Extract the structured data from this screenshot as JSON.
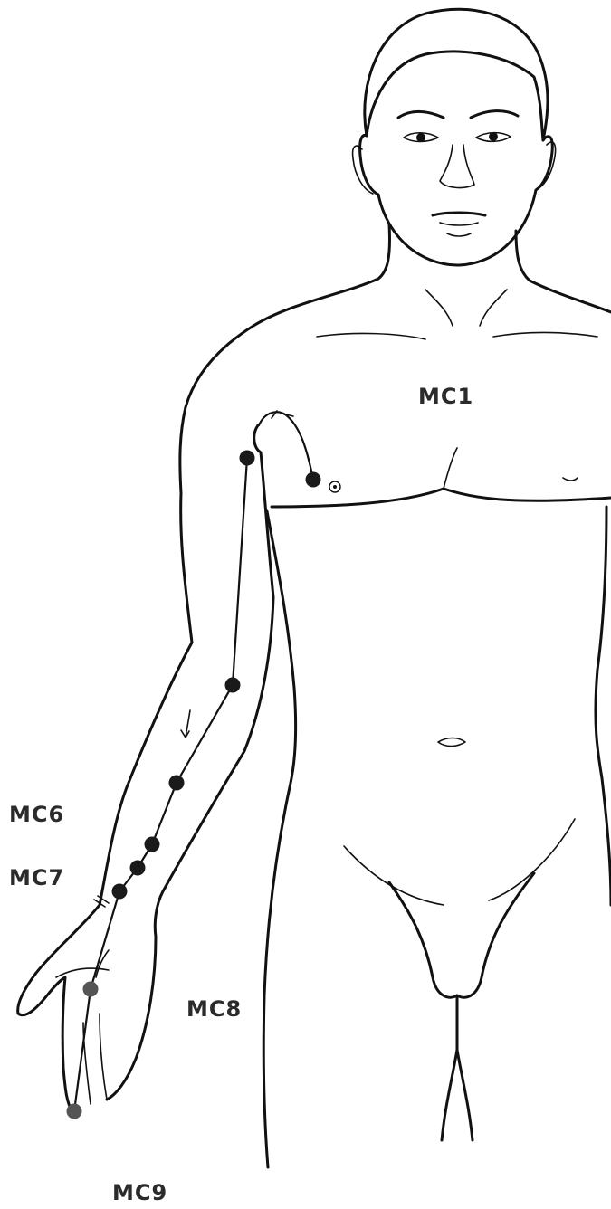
{
  "figure": {
    "points": [
      {
        "id": "MC1",
        "label": "MC1",
        "color": "#1a1a1a"
      },
      {
        "id": "MC2",
        "label": "",
        "color": "#1a1a1a"
      },
      {
        "id": "MC3",
        "label": "",
        "color": "#1a1a1a"
      },
      {
        "id": "MC4",
        "label": "",
        "color": "#1a1a1a"
      },
      {
        "id": "MC5",
        "label": "",
        "color": "#1a1a1a"
      },
      {
        "id": "MC6",
        "label": "MC6",
        "color": "#1a1a1a"
      },
      {
        "id": "MC7",
        "label": "MC7",
        "color": "#1a1a1a"
      },
      {
        "id": "MC8",
        "label": "MC8",
        "color": "#555555"
      },
      {
        "id": "MC9",
        "label": "MC9",
        "color": "#555555"
      }
    ],
    "colors": {
      "outline": "#111111",
      "point_dark": "#1a1a1a",
      "point_grey": "#555555",
      "label": "#2b2b2b"
    }
  }
}
